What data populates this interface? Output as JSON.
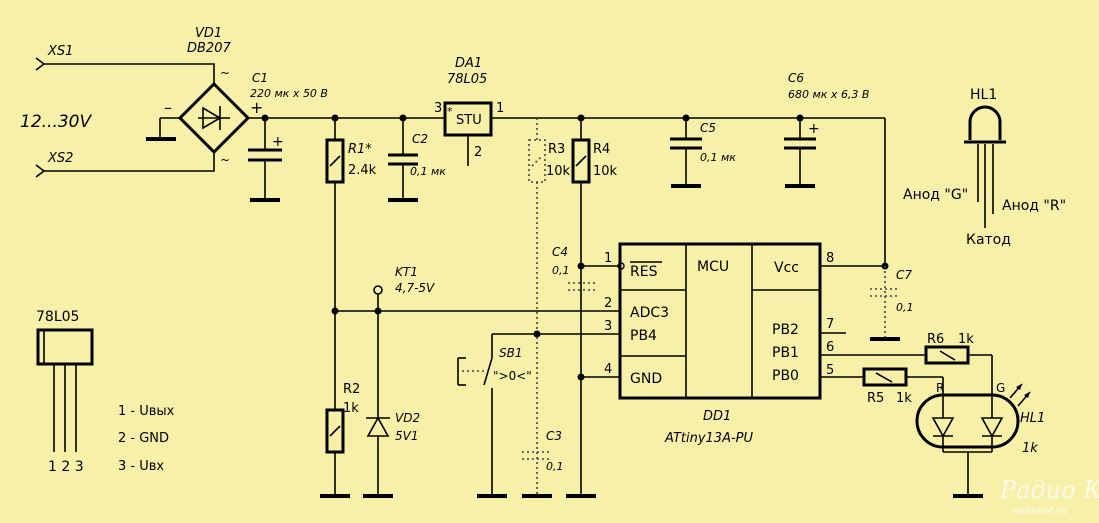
{
  "connectors": {
    "xs1": "XS1",
    "xs2": "XS2",
    "supply": "12...30V"
  },
  "vd1": {
    "ref": "VD1",
    "part": "DB207",
    "plus": "+",
    "minus": "–",
    "ac1": "~",
    "ac2": "~"
  },
  "c1": {
    "ref": "C1",
    "value": "220 мк x 50 В",
    "plus": "+"
  },
  "r1": {
    "ref": "R1*",
    "value": "2.4k"
  },
  "c2": {
    "ref": "C2",
    "value": "0,1 мк"
  },
  "da1": {
    "ref": "DA1",
    "part": "78L05",
    "label": "STU",
    "pin_in": "3",
    "pin_out": "1",
    "pin_gnd": "2",
    "mark": "*"
  },
  "r3": {
    "ref": "R3",
    "value": "10k"
  },
  "r4": {
    "ref": "R4",
    "value": "10k"
  },
  "c5": {
    "ref": "C5",
    "value": "0,1 мк"
  },
  "c6": {
    "ref": "C6",
    "value": "680 мк x 6,3 В",
    "plus": "+"
  },
  "hl1_led": {
    "ref": "HL1",
    "anode_g": "Анод \"G\"",
    "anode_r": "Анод \"R\"",
    "cathode": "Катод"
  },
  "c4": {
    "ref": "C4",
    "value": "0,1"
  },
  "c7": {
    "ref": "C7",
    "value": "0,1"
  },
  "kt1": {
    "ref": "KT1",
    "value": "4,7-5V"
  },
  "r2": {
    "ref": "R2",
    "value": "1k"
  },
  "vd2": {
    "ref": "VD2",
    "value": "5V1"
  },
  "sb1": {
    "ref": "SB1",
    "value": "\">0<\""
  },
  "c3": {
    "ref": "C3",
    "value": "0,1"
  },
  "mcu": {
    "ref": "DD1",
    "part": "ATtiny13A-PU",
    "core": "MCU",
    "left_pins": [
      {
        "num": "1",
        "name": "RES"
      },
      {
        "num": "2",
        "name": "ADC3"
      },
      {
        "num": "3",
        "name": "PB4"
      },
      {
        "num": "4",
        "name": "GND"
      }
    ],
    "right_pins": [
      {
        "num": "8",
        "name": "Vcc"
      },
      {
        "num": "7",
        "name": "PB2"
      },
      {
        "num": "6",
        "name": "PB1"
      },
      {
        "num": "5",
        "name": "PB0"
      }
    ]
  },
  "r6": {
    "ref": "R6",
    "value": "1k"
  },
  "r5": {
    "ref": "R5",
    "value": "1k"
  },
  "hl1_bi": {
    "ref": "HL1",
    "value": "1k",
    "r": "R",
    "g": "G"
  },
  "pinout": {
    "part": "78L05",
    "pins": "1 2 3",
    "legend": [
      "1 - Uвых",
      "2 - GND",
      "3 - Uвх"
    ]
  },
  "watermark": {
    "main": "Радио КОТ",
    "site": "radiokot.ru"
  }
}
